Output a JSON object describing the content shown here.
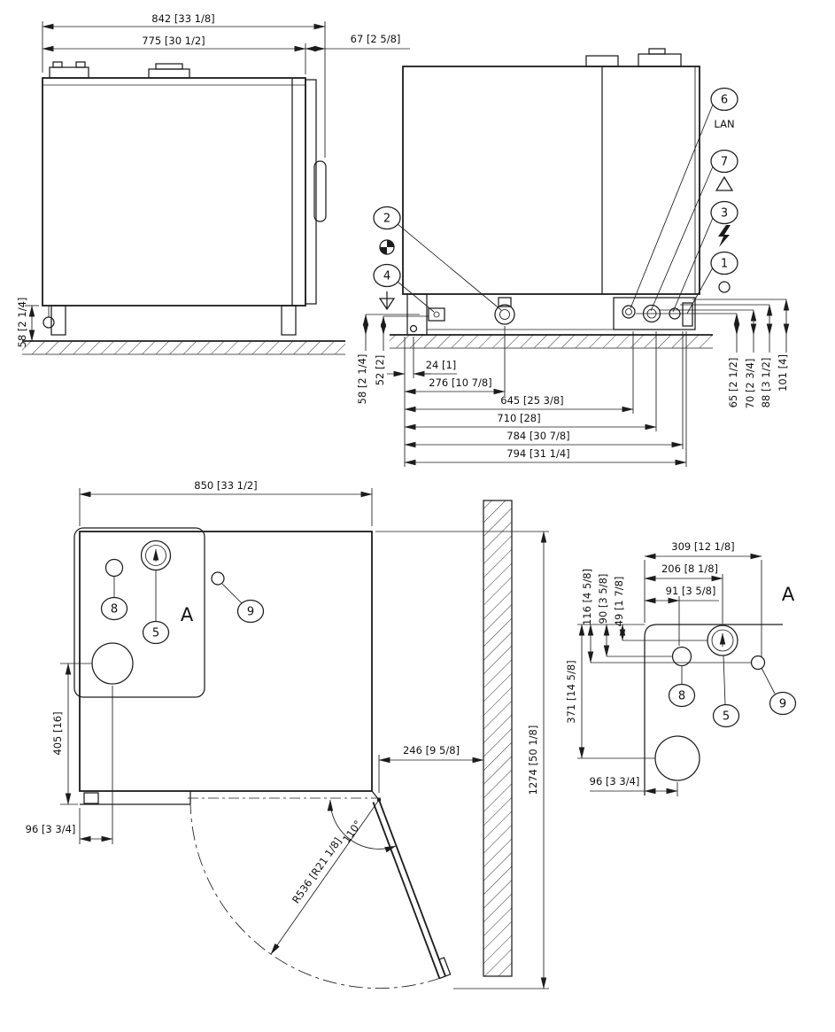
{
  "views": {
    "side": {
      "dims": {
        "d842": "842 [33 1/8]",
        "d775": "775 [30 1/2]",
        "d67": "67 [2 5/8]",
        "d58": "58 [2 1/4]"
      }
    },
    "rear": {
      "callouts": {
        "c1": "1",
        "c2": "2",
        "c3": "3",
        "c4": "4",
        "c6": "6",
        "c7": "7"
      },
      "labels": {
        "lan": "LAN"
      },
      "dims": {
        "d24": "24 [1]",
        "d276": "276 [10 7/8]",
        "d645": "645 [25 3/8]",
        "d710": "710 [28]",
        "d784": "784 [30 7/8]",
        "d794": "794 [31 1/4]",
        "d58": "58 [2 1/4]",
        "d52": "52 [2]",
        "d65": "65 [2 1/2]",
        "d70": "70 [2 3/4]",
        "d88": "88 [3 1/2]",
        "d101": "101 [4]"
      }
    },
    "plan": {
      "callouts": {
        "c5": "5",
        "c8": "8",
        "c9": "9"
      },
      "labels": {
        "detail_ref": "A"
      },
      "dims": {
        "d850": "850 [33 1/2]",
        "d405": "405 [16]",
        "d96": "96 [3 3/4]",
        "d246": "246 [9 5/8]",
        "d1274": "1274 [50 1/8]",
        "r536": "R536 [R21 1/8]",
        "angle": "110°"
      }
    },
    "detail_a": {
      "labels": {
        "title": "A"
      },
      "callouts": {
        "c5": "5",
        "c8": "8",
        "c9": "9"
      },
      "dims": {
        "d309": "309 [12 1/8]",
        "d206": "206 [8 1/8]",
        "d91": "91 [3 5/8]",
        "d49": "49 [1 7/8]",
        "d90": "90 [3 5/8]",
        "d116": "116 [4 5/8]",
        "d371": "371 [14 5/8]",
        "d96": "96 [3 3/4]"
      }
    }
  }
}
